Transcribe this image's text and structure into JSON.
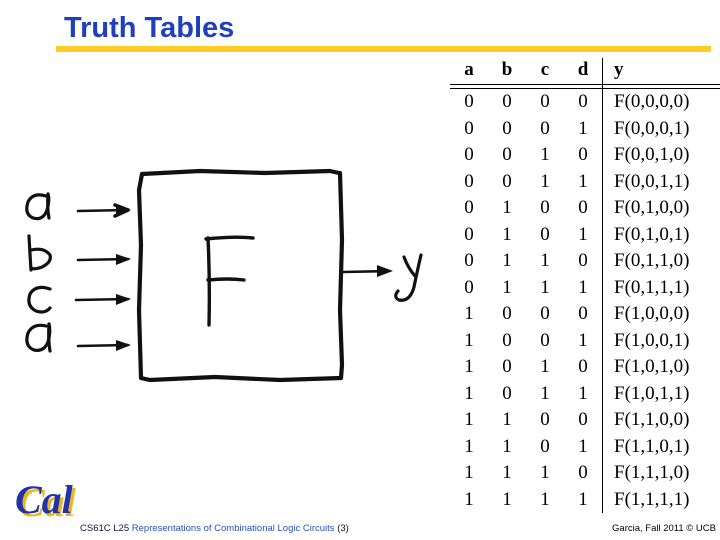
{
  "slide": {
    "title": "Truth Tables",
    "accent_color": "#ffcc22",
    "title_color": "#1f3fbf"
  },
  "diagram": {
    "box_label": "F",
    "inputs": [
      "a",
      "b",
      "c",
      "d"
    ],
    "output": "y",
    "style": "hand-drawn"
  },
  "table": {
    "headers": [
      "a",
      "b",
      "c",
      "d",
      "y"
    ],
    "rows": [
      [
        "0",
        "0",
        "0",
        "0",
        "F(0,0,0,0)"
      ],
      [
        "0",
        "0",
        "0",
        "1",
        "F(0,0,0,1)"
      ],
      [
        "0",
        "0",
        "1",
        "0",
        "F(0,0,1,0)"
      ],
      [
        "0",
        "0",
        "1",
        "1",
        "F(0,0,1,1)"
      ],
      [
        "0",
        "1",
        "0",
        "0",
        "F(0,1,0,0)"
      ],
      [
        "0",
        "1",
        "0",
        "1",
        "F(0,1,0,1)"
      ],
      [
        "0",
        "1",
        "1",
        "0",
        "F(0,1,1,0)"
      ],
      [
        "0",
        "1",
        "1",
        "1",
        "F(0,1,1,1)"
      ],
      [
        "1",
        "0",
        "0",
        "0",
        "F(1,0,0,0)"
      ],
      [
        "1",
        "0",
        "0",
        "1",
        "F(1,0,0,1)"
      ],
      [
        "1",
        "0",
        "1",
        "0",
        "F(1,0,1,0)"
      ],
      [
        "1",
        "0",
        "1",
        "1",
        "F(1,0,1,1)"
      ],
      [
        "1",
        "1",
        "0",
        "0",
        "F(1,1,0,0)"
      ],
      [
        "1",
        "1",
        "0",
        "1",
        "F(1,1,0,1)"
      ],
      [
        "1",
        "1",
        "1",
        "0",
        "F(1,1,1,0)"
      ],
      [
        "1",
        "1",
        "1",
        "1",
        "F(1,1,1,1)"
      ]
    ]
  },
  "logo": {
    "text": "Cal",
    "color": "#2233aa",
    "shadow_color": "#e8b820"
  },
  "footer": {
    "course": "CS61C L25",
    "description": "Representations of Combinational Logic Circuits",
    "page": "(3)",
    "right": "Garcia, Fall 2011 © UCB"
  }
}
